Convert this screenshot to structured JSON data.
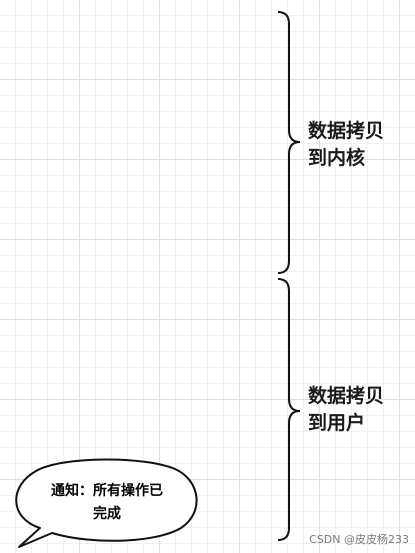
{
  "labels": {
    "copy_to_kernel": {
      "line1": "数据拷贝",
      "line2": "到内核"
    },
    "copy_to_user": {
      "line1": "数据拷贝",
      "line2": "到用户"
    }
  },
  "callout": {
    "line1": "通知：所有操作已",
    "line2": "完成"
  },
  "watermark": "CSDN @皮皮杨233"
}
